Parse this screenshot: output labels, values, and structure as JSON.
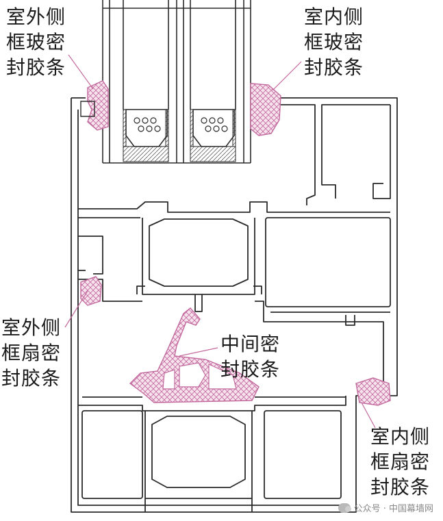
{
  "labels": {
    "outer_glass_seal": [
      "室外侧",
      "框玻密",
      "封胶条"
    ],
    "inner_glass_seal": [
      "室内侧",
      "框玻密",
      "封胶条"
    ],
    "outer_sash_seal": [
      "室外侧",
      "框扇密",
      "封胶条"
    ],
    "middle_seal": [
      "中间密",
      "封胶条"
    ],
    "inner_sash_seal": [
      "室内侧",
      "框扇密",
      "封胶条"
    ]
  },
  "watermark": {
    "text": "公众号 · 中国幕墙网"
  },
  "colors": {
    "profile_stroke": "#2a2a2a",
    "seal_stroke": "#c2689c",
    "seal_fill": "#f7e3ee",
    "leader_line": "#c2689c"
  }
}
